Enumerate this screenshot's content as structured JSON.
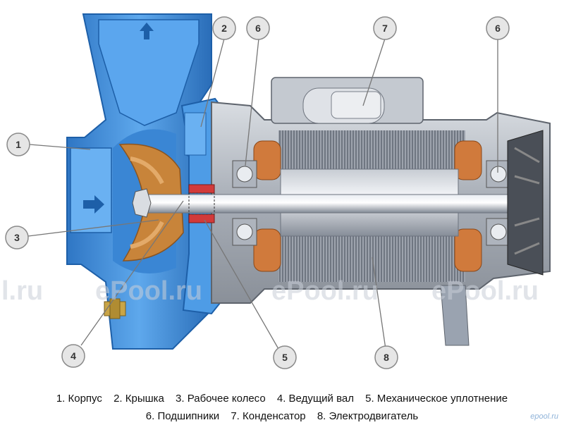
{
  "callouts": [
    {
      "num": "1"
    },
    {
      "num": "2"
    },
    {
      "num": "3"
    },
    {
      "num": "4"
    },
    {
      "num": "5"
    },
    {
      "num": "6"
    },
    {
      "num": "6"
    },
    {
      "num": "7"
    },
    {
      "num": "8"
    }
  ],
  "legend": {
    "line1": [
      "1. Корпус",
      "2. Крышка",
      "3. Рабочее колесо",
      "4. Ведущий вал",
      "5. Механическое уплотнение"
    ],
    "line2": [
      "6. Подшипники",
      "7. Конденсатор",
      "8. Электродвигатель"
    ]
  },
  "watermarks": [
    "l.ru",
    "ePool.ru",
    "ePool.ru",
    "ePool.ru"
  ],
  "corner_logo": "epool.ru",
  "colors": {
    "housing_blue": "#3f8fd8",
    "housing_dark": "#1d5fa8",
    "impeller": "#c8843a",
    "motor_gray": "#b9bec6",
    "winding": "#d07a3c",
    "callout_fill": "#e6e6e6"
  }
}
